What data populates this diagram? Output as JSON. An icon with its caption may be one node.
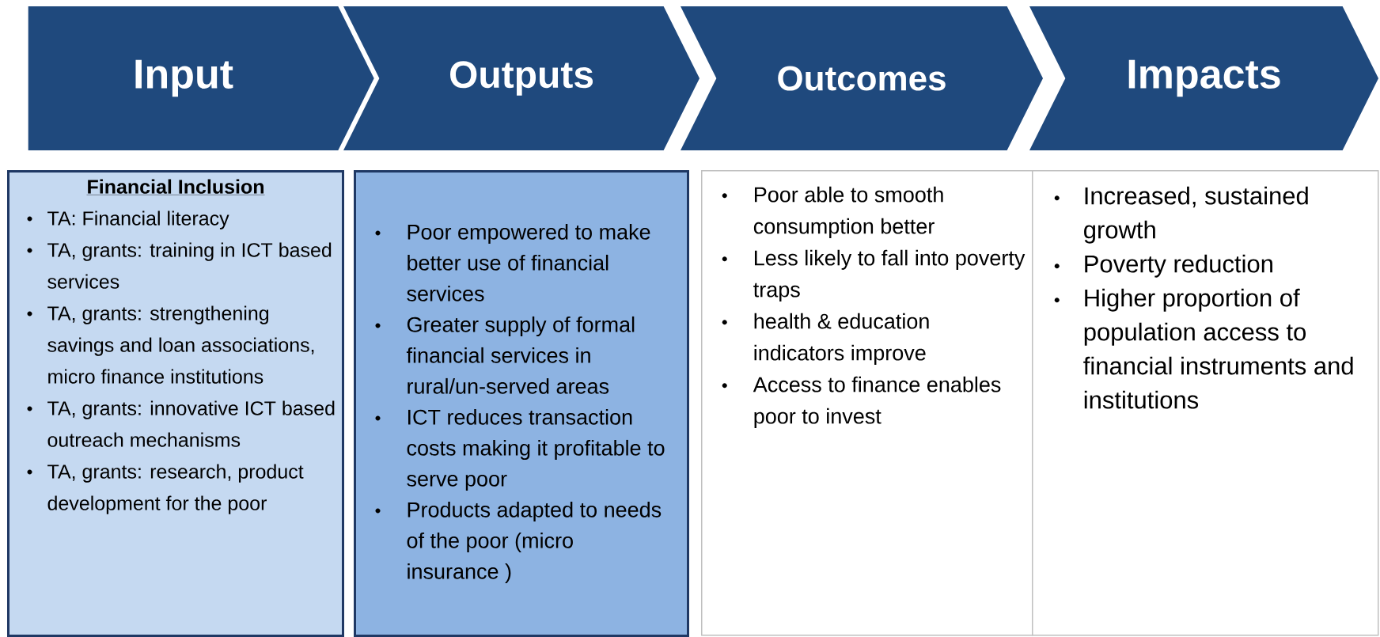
{
  "diagram": {
    "nodes": [
      {
        "text": [
          "Input"
        ]
      },
      {
        "text": [
          "Outputs"
        ]
      },
      {
        "text": [
          "Outcomes"
        ]
      },
      {
        "text": [
          "Impacts"
        ]
      },
      {
        "text": [
          "Financial Inclusion",
          "TA: Financial literacy",
          "TA, grants: training in ICT based services",
          "TA, grants: strengthening savings and loan associations, micro finance institutions",
          "TA, grants: innovative ICT based outreach mechanisms",
          "TA, grants: research, product development for the poor"
        ]
      },
      {
        "text": [
          "Poor empowered to make better use of financial services",
          "Greater supply of formal financial services in rural/un-served areas",
          "ICT reduces transaction costs making it profitable to serve poor",
          "Products adapted to needs of the poor (micro insurance )"
        ]
      },
      {
        "text": [
          "Poor able to smooth consumption better",
          "Less likely to fall into poverty traps",
          "health & education indicators improve",
          "Access to finance enables poor to invest"
        ]
      },
      {
        "text": [
          "Increased, sustained growth",
          "Poverty reduction",
          "Higher proportion of population access to financial instruments and institutions"
        ]
      }
    ]
  }
}
